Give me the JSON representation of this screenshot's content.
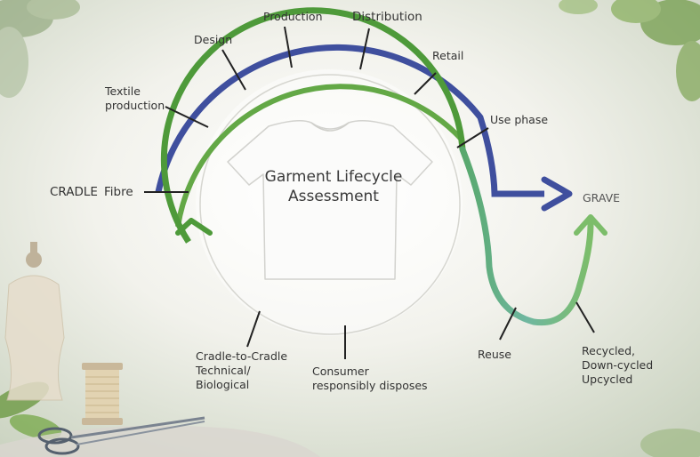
{
  "diagram": {
    "title": "Garment Lifecycle\nAssessment",
    "stages": {
      "production": "Production",
      "distribution": "Distribution",
      "design": "Design",
      "retail": "Retail",
      "textile": "Textile\nproduction",
      "use_phase": "Use phase",
      "cradle": "CRADLE",
      "fibre": "Fibre",
      "grave": "GRAVE",
      "reuse": "Reuse",
      "recycled": "Recycled,\nDown-cycled\nUpcycled",
      "c2c": "Cradle-to-Cradle\nTechnical/\nBiological",
      "consumer": "Consumer\nresponsibly disposes"
    }
  },
  "colors": {
    "linear_path": "#3f4f9e",
    "circular_path": "#4e9a3a",
    "reuse_path": "#5fae82",
    "background": "#eef0e6"
  }
}
